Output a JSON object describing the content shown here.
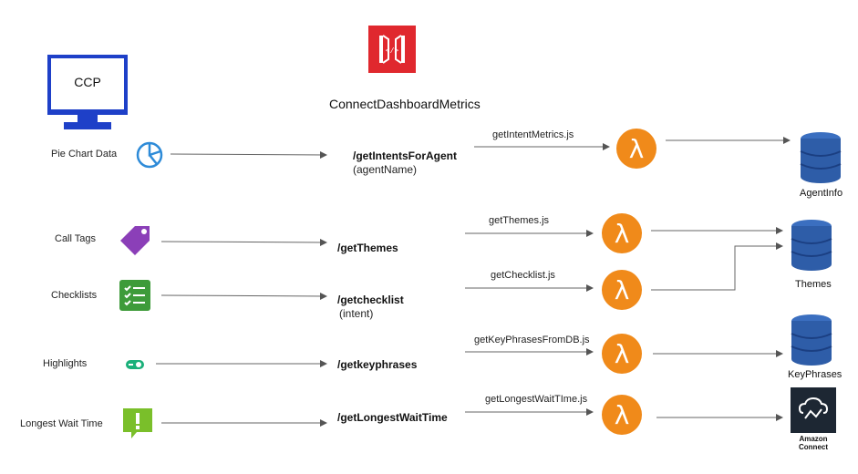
{
  "ccp": {
    "label": "CCP"
  },
  "gateway": {
    "title": "ConnectDashboardMetrics"
  },
  "rows": [
    {
      "source": "Pie Chart Data",
      "endpoint": "/getIntentsForAgent",
      "param": "(agentName)",
      "file": "getIntentMetrics.js"
    },
    {
      "source": "Call Tags",
      "endpoint": "/getThemes",
      "param": "",
      "file": "getThemes.js"
    },
    {
      "source": "Checklists",
      "endpoint": "/getchecklist",
      "param": "(intent)",
      "file": "getChecklist.js"
    },
    {
      "source": "Highlights",
      "endpoint": "/getkeyphrases",
      "param": "",
      "file": "getKeyPhrasesFromDB.js"
    },
    {
      "source": "Longest Wait Time",
      "endpoint": "/getLongestWaitTime",
      "param": "",
      "file": "getLongestWaitTIme.js"
    }
  ],
  "targets": {
    "agentinfo": "AgentInfo",
    "themes": "Themes",
    "keyphrases": "KeyPhrases",
    "connect_line1": "Amazon",
    "connect_line2": "Connect"
  },
  "colors": {
    "lambda": "#F08A1A",
    "dynamo": "#2E5DA8",
    "gateway": "#E0282E",
    "monitor": "#1E40C8",
    "tag": "#8B3FB8",
    "checklist": "#3E9B3A",
    "toggle": "#1BB07A",
    "alert": "#7ABF2A"
  }
}
